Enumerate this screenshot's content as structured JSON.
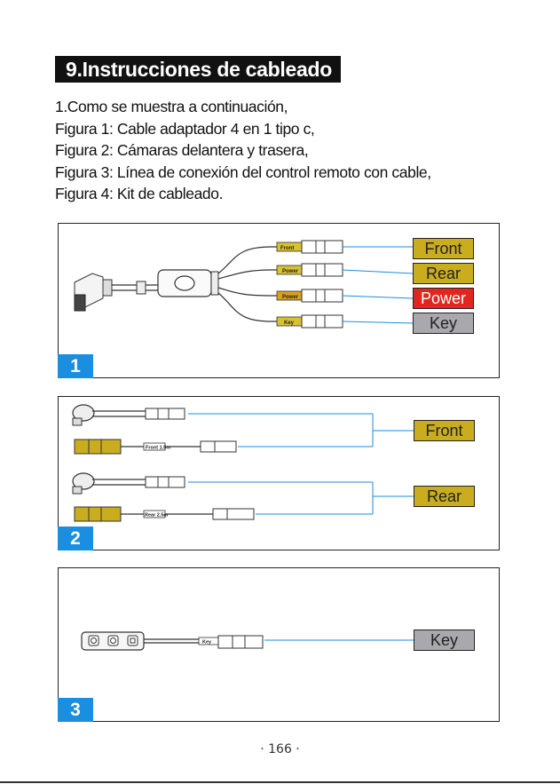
{
  "page": {
    "title": "9.Instrucciones de cableado",
    "intro": [
      "1.Como se muestra a continuación,",
      "Figura 1: Cable adaptador 4 en 1 tipo c,",
      "Figura 2: Cámaras delantera y trasera,",
      "Figura 3: Línea de conexión del control remoto con cable,",
      "Figura 4: Kit de cableado."
    ],
    "page_number": "· 166 ·"
  },
  "figure1": {
    "number": "1",
    "tags": [
      "Front",
      "Rear",
      "Power",
      "Key"
    ],
    "cable_labels": [
      "Front",
      "Power",
      "Power",
      "Key"
    ]
  },
  "figure2": {
    "number": "2",
    "tags": [
      "Front",
      "Rear"
    ],
    "cable_labels": [
      "Front 1.5m",
      "Rear 2.5m"
    ]
  },
  "figure3": {
    "number": "3",
    "tags": [
      "Key"
    ],
    "cable_label": "Key"
  },
  "colors": {
    "accent_blue": "#1a8ee0",
    "tag_gold": "#c9ad1f",
    "tag_red": "#e0261f",
    "tag_gray": "#a9a9ad"
  }
}
